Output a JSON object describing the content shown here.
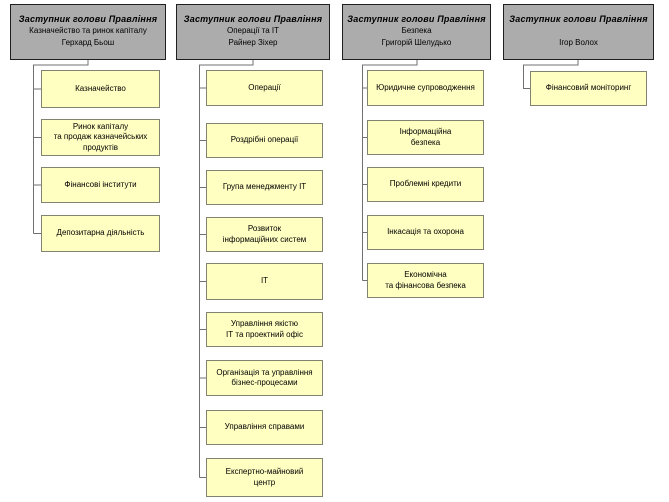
{
  "colors": {
    "header_fill": "#acacac",
    "header_border": "#1f1f1f",
    "box_fill": "#ffffc2",
    "box_border": "#828270",
    "connector": "#707070",
    "text": "#000000",
    "background": "#ffffff"
  },
  "columns": [
    {
      "header": {
        "title": "Заступник голови Правління",
        "subtitle": "Казначейство та ринок капіталу",
        "name": "Герхард Бьош"
      },
      "children": [
        {
          "label": "Казначейство"
        },
        {
          "label": "Ринок капіталу\nта продаж казначейських\nпродуктів"
        },
        {
          "label": "Фінансові інститути"
        },
        {
          "label": "Депозитарна діяльність"
        }
      ]
    },
    {
      "header": {
        "title": "Заступник голови Правління",
        "subtitle": "Операції та  ІТ",
        "name": "Райнер Зіхер"
      },
      "children": [
        {
          "label": "Операції"
        },
        {
          "label": "Роздрібні операції"
        },
        {
          "label": "Група менеджменту ІТ"
        },
        {
          "label": "Розвиток\nінформаційних систем"
        },
        {
          "label": "ІТ"
        },
        {
          "label": "Управління якістю\nІТ  та проектний офіс"
        },
        {
          "label": "Організація та управління\nбізнес-процесами"
        },
        {
          "label": "Управління справами"
        },
        {
          "label": "Експертно-майновий\nцентр"
        }
      ]
    },
    {
      "header": {
        "title": "Заступник голови  Правління",
        "subtitle": "Безпека",
        "name": "Григорій Шелудько"
      },
      "children": [
        {
          "label": "Юридичне супроводження"
        },
        {
          "label": "Інформаційна\nбезпека"
        },
        {
          "label": "Проблемні кредити"
        },
        {
          "label": "Інкасація та охорона"
        },
        {
          "label": "Економічна\nта фінансова безпека"
        }
      ]
    },
    {
      "header": {
        "title": "Заступник голови  Правління",
        "subtitle": "",
        "name": "Ігор Волох"
      },
      "children": [
        {
          "label": "Фінансовий моніторинг"
        }
      ]
    }
  ]
}
